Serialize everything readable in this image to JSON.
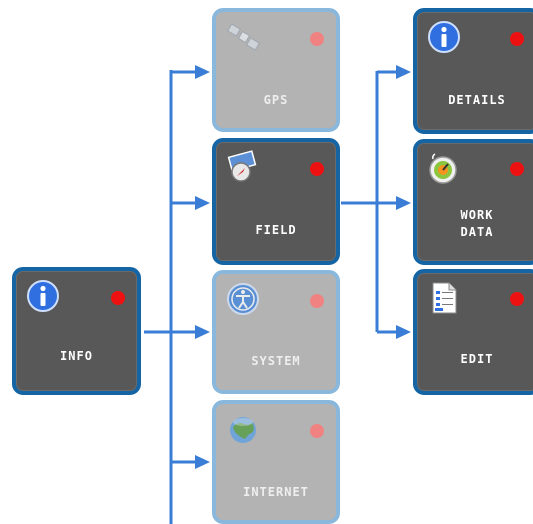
{
  "colors": {
    "connector": "#3a7dd6",
    "tile_border_active": "#1564a3",
    "tile_border_disabled": "#8ab8dc",
    "tile_bg_active": "#585858",
    "tile_bg_disabled": "#b3b3b3",
    "status_dot_active": "#ee1111",
    "status_dot_disabled": "#f08282"
  },
  "tiles": {
    "info": {
      "label": "INFO",
      "icon": "info-icon",
      "enabled": true
    },
    "gps": {
      "label": "GPS",
      "icon": "satellite-icon",
      "enabled": false
    },
    "field": {
      "label": "FIELD",
      "icon": "field-map-icon",
      "enabled": true
    },
    "system": {
      "label": "SYSTEM",
      "icon": "accessibility-icon",
      "enabled": false
    },
    "internet": {
      "label": "INTERNET",
      "icon": "globe-icon",
      "enabled": false
    },
    "details": {
      "label": "DETAILS",
      "icon": "info-icon",
      "enabled": true
    },
    "work_data": {
      "label": "WORK\nDATA",
      "icon": "stopwatch-icon",
      "enabled": true
    },
    "edit": {
      "label": "EDIT",
      "icon": "document-icon",
      "enabled": true
    }
  }
}
